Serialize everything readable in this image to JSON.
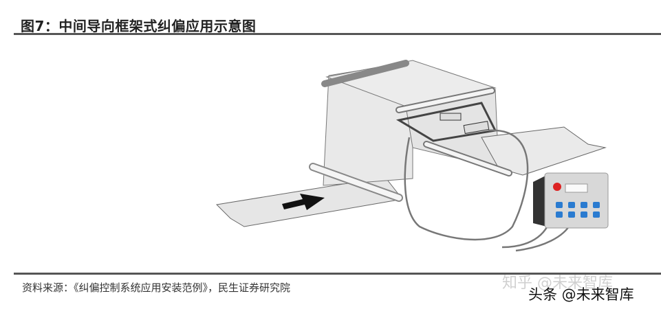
{
  "figure": {
    "title": "图7：中间导向框架式纠偏应用示意图",
    "source": "资料来源：《纠偏控制系统应用安装范例》，民生证券研究院"
  },
  "watermarks": {
    "zhihu": "知乎 @未来智库",
    "toutiao": "头条 @未来智库"
  },
  "colors": {
    "rule": "#555555",
    "panel_button": "#2a7bd0",
    "logo_red": "#d22"
  }
}
